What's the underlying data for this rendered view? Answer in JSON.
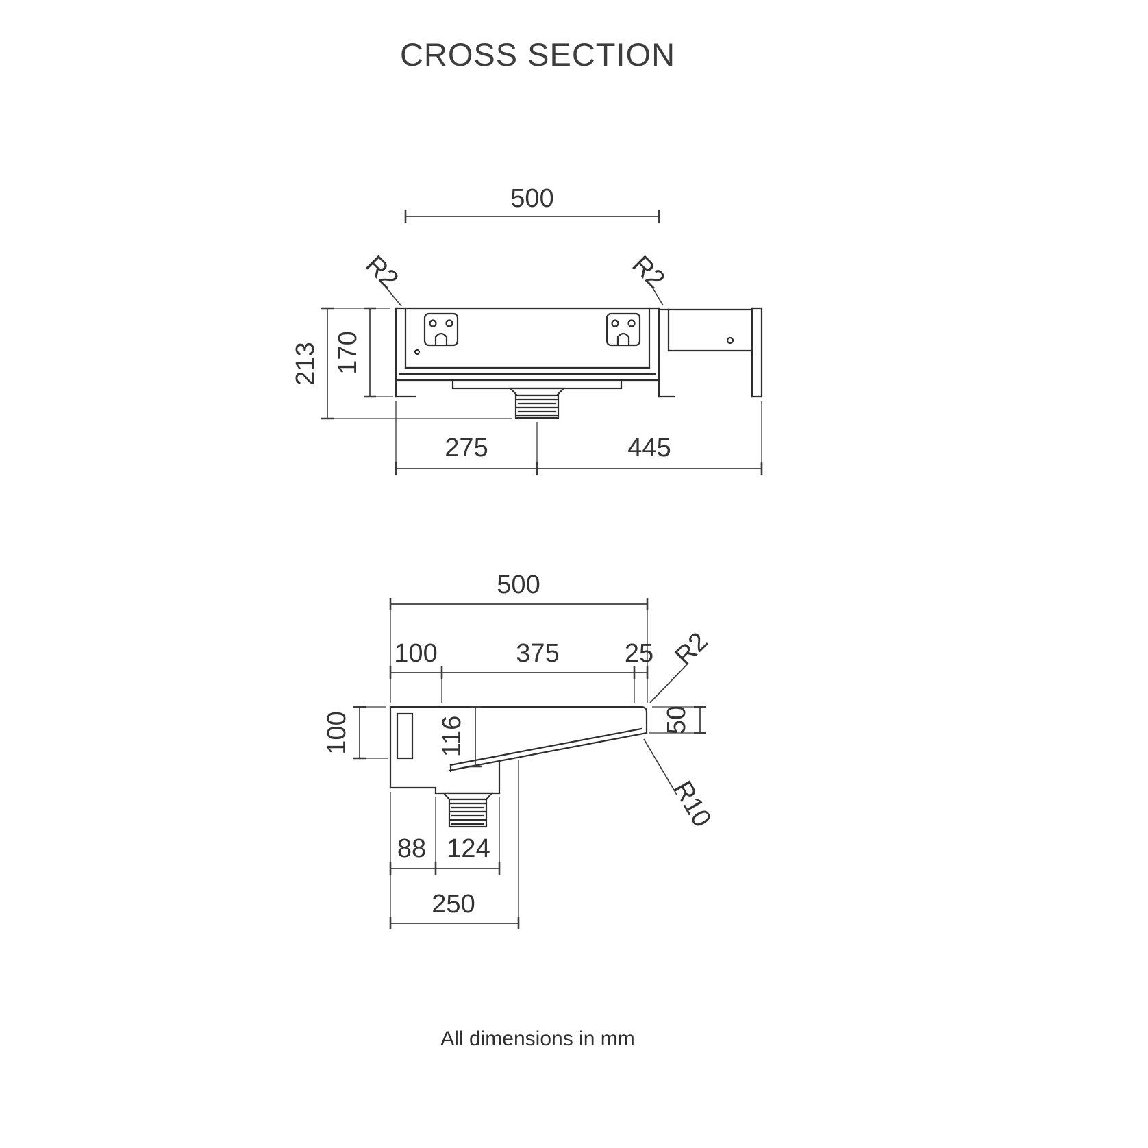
{
  "page": {
    "title": "CROSS SECTION",
    "footer": "All dimensions in mm"
  },
  "colors": {
    "background": "#ffffff",
    "object_line": "#2d2d2d",
    "dimension_line": "#3c3c3c",
    "text": "#333333"
  },
  "front_view": {
    "name": "front cross section of basin",
    "dims": {
      "overall_width": "500",
      "radius_left": "R2",
      "radius_right": "R2",
      "overall_height": "213",
      "inner_height": "170",
      "bottom_left": "275",
      "bottom_right": "445"
    }
  },
  "side_view": {
    "name": "side cross section of basin",
    "dims": {
      "overall_width": "500",
      "top_back": "100",
      "top_mid": "375",
      "top_front": "25",
      "radius_front": "R2",
      "height_back": "100",
      "depth_basin": "116",
      "height_front": "50",
      "radius_bottom": "R10",
      "bottom_a": "88",
      "bottom_b": "124",
      "bottom_total": "250"
    }
  }
}
